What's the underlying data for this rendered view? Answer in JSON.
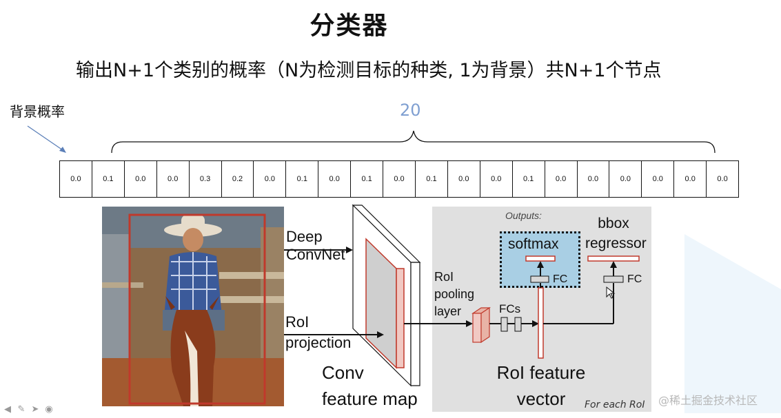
{
  "slide": {
    "title": "分类器",
    "subtitle": "输出N+1个类别的概率（N为检测目标的种类, 1为背景）共N+1个节点",
    "background_label": "背景概率",
    "class_count": "20",
    "probabilities": [
      "0.0",
      "0.1",
      "0.0",
      "0.0",
      "0.3",
      "0.2",
      "0.0",
      "0.1",
      "0.0",
      "0.1",
      "0.0",
      "0.1",
      "0.0",
      "0.0",
      "0.1",
      "0.0",
      "0.0",
      "0.0",
      "0.0",
      "0.0",
      "0.0"
    ]
  },
  "diagram": {
    "deep_convnet": [
      "Deep",
      "ConvNet"
    ],
    "roi_projection": [
      "RoI",
      "projection"
    ],
    "conv_feature_map": [
      "Conv",
      "feature map"
    ],
    "roi_pooling_layer": [
      "RoI",
      "pooling",
      "layer"
    ],
    "fcs": "FCs",
    "outputs": "Outputs:",
    "softmax": "softmax",
    "bbox_regressor": [
      "bbox",
      "regressor"
    ],
    "fc_left": "FC",
    "fc_right": "FC",
    "roi_feature_vector": [
      "RoI feature",
      "vector"
    ],
    "for_each_roi": "For each RoI"
  },
  "watermark": "@稀土掘金技术社区",
  "colors": {
    "accent_blue": "#7f9fd1",
    "box_red": "#c0392b",
    "softmax_fill": "#a9cfe4",
    "panel_gray": "#e0e0e0"
  },
  "icons": [
    "pointer-icon",
    "pen-icon",
    "cursor-icon",
    "record-icon"
  ]
}
